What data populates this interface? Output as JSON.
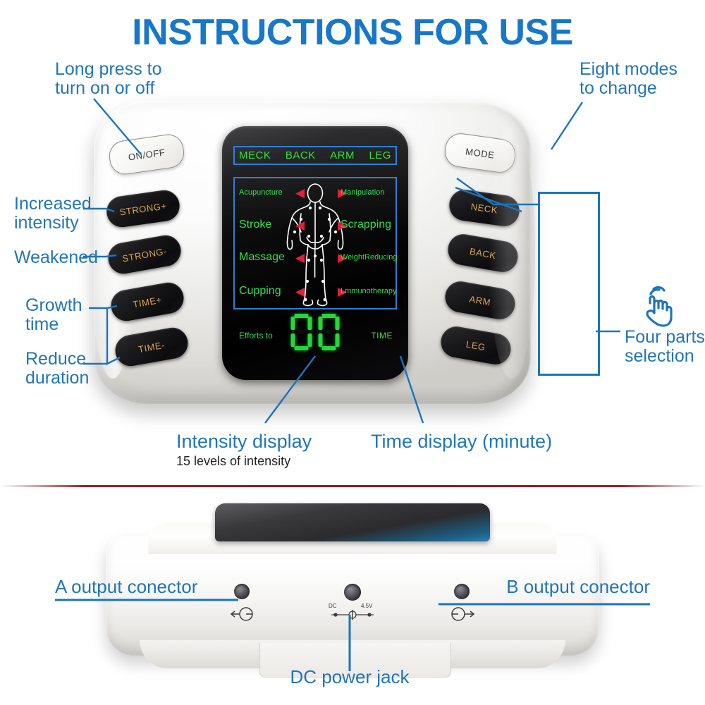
{
  "title": "INSTRUCTIONS FOR USE",
  "colors": {
    "title_blue": "#1878c8",
    "annotation_blue": "#2176b8",
    "leader_line_blue": "#1b74bd",
    "screen_green": "#2fe04a",
    "screen_arrow_red": "#e3203a",
    "button_gold": "#d9a44f",
    "divider_red": "#9c1f26",
    "segment_green": "#27d63c"
  },
  "annotations": {
    "on_off": "Long press to\nturn on or off",
    "on_off_l1": "Long press to",
    "on_off_l2": "turn on or off",
    "eight_modes_l1": "Eight modes",
    "eight_modes_l2": "to change",
    "increased_l1": "Increased",
    "increased_l2": "intensity",
    "weakened": "Weakened",
    "growth_l1": "Growth",
    "growth_l2": "time",
    "reduce_l1": "Reduce",
    "reduce_l2": "duration",
    "four_parts_l1": "Four parts",
    "four_parts_l2": "selection",
    "intensity_display": "Intensity display",
    "intensity_sub": "15 levels of intensity",
    "time_display": "Time display (minute)",
    "a_output": "A output conector",
    "b_output": "B output conector",
    "dc_power_jack": "DC power jack"
  },
  "device": {
    "left_buttons": [
      {
        "label": "ON/OFF",
        "style": "light"
      },
      {
        "label": "STRONG+",
        "style": "dark"
      },
      {
        "label": "STRONG-",
        "style": "dark"
      },
      {
        "label": "TIME+",
        "style": "dark"
      },
      {
        "label": "TIME-",
        "style": "dark"
      }
    ],
    "right_buttons": [
      {
        "label": "MODE",
        "style": "light"
      },
      {
        "label": "NECK",
        "style": "dark"
      },
      {
        "label": "BACK",
        "style": "dark"
      },
      {
        "label": "ARM",
        "style": "dark"
      },
      {
        "label": "LEG",
        "style": "dark"
      }
    ],
    "screen": {
      "parts_row": [
        "MECK",
        "BACK",
        "ARM",
        "LEG"
      ],
      "modes_left": [
        "Acupuncture",
        "Stroke",
        "Massage",
        "Cupping"
      ],
      "modes_right": [
        "Manipulation",
        "Scrapping",
        "WeightReducing",
        "Lmmunotherapy"
      ],
      "efforts_label": "Efforts to",
      "time_label": "TIME",
      "intensity_value": "0",
      "time_value": "0"
    }
  },
  "bottom_unit": {
    "dc_label_left": "DC",
    "dc_label_right": "4.5V",
    "output_a_symbol": "output-a-icon",
    "output_b_symbol": "output-b-icon"
  },
  "icons": {
    "tap_hand": "tap-hand-icon",
    "arrow_left": "◀",
    "arrow_right": "▶"
  }
}
